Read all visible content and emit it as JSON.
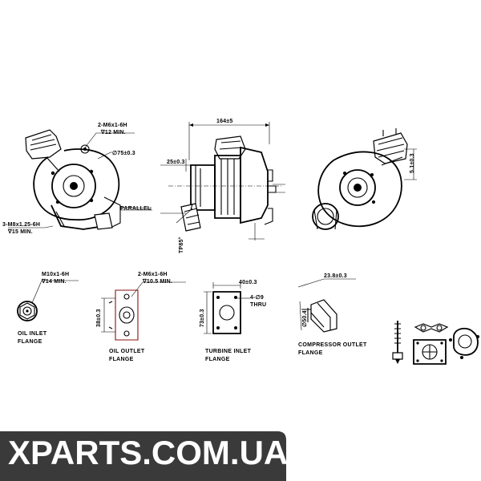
{
  "front_view": {
    "thread_top": "2-M6x1-6H",
    "depth_top": "∇12 MIN.",
    "diameter": "∅75±0.3",
    "parallel": "PARALLEL",
    "thread_bottom": "3-M8x1.25-6H",
    "depth_bottom": "∇15 MIN."
  },
  "side_view": {
    "overall_dim": "164±5",
    "dim_left": "25±0.3",
    "angle_label": "TP85°"
  },
  "rear_view": {
    "dim_right": "5.1±0.3"
  },
  "oil_inlet": {
    "thread": "M10x1-6H",
    "depth": "∇14 MIN.",
    "caption_line1": "OIL INLET",
    "caption_line2": "FLANGE"
  },
  "oil_outlet": {
    "thread": "2-M6x1-6H",
    "depth": "∇10.5 MIN.",
    "dim": "38±0.3",
    "caption_line1": "OIL OUTLET",
    "caption_line2": "FLANGE"
  },
  "turbine_inlet": {
    "dim_top": "40±0.3",
    "holes_line1": "4-∅9",
    "holes_line2": "THRU",
    "dim_side": "73±0.3",
    "caption_line1": "TURBINE INLET",
    "caption_line2": "FLANGE"
  },
  "compressor_outlet": {
    "dim_top": "23.8±0.3",
    "dim_diam": "∅50.4",
    "caption_line1": "COMPRESSOR OUTLET",
    "caption_line2": "FLANGE"
  },
  "watermark": {
    "text": "XPARTS.COM.UA",
    "color": "#3a3a3a"
  }
}
